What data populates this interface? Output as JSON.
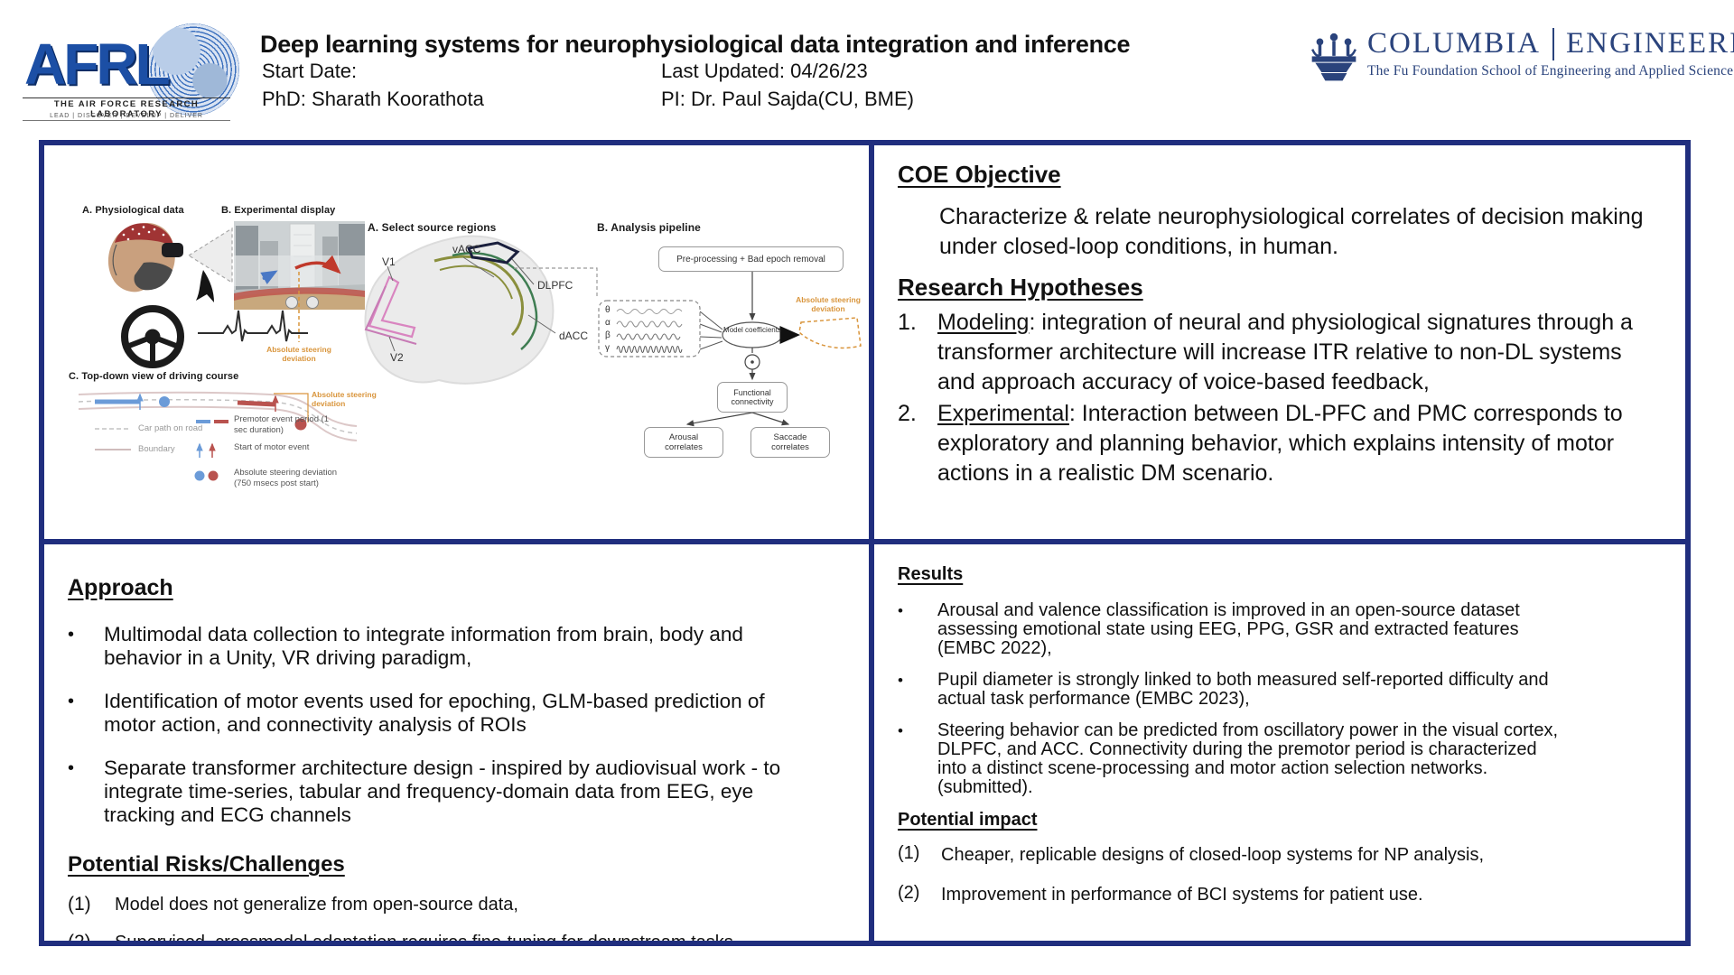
{
  "header": {
    "title": "Deep learning systems for neurophysiological data integration and inference",
    "start_date_label": "Start Date:",
    "last_updated": "Last Updated: 04/26/23",
    "phd": "PhD: Sharath Koorathota",
    "pi": "PI: Dr. Paul Sajda(CU, BME)"
  },
  "logos": {
    "afrl": {
      "acronym": "AFRL",
      "name": "THE AIR FORCE RESEARCH LABORATORY",
      "tagline": "LEAD | DISCOVER | DEVELOP | DELIVER"
    },
    "columbia": {
      "name": "COLUMBIA",
      "division": "ENGINEERING",
      "subtitle": "The Fu Foundation School of Engineering and Applied Science"
    }
  },
  "figures": {
    "physio": {
      "label": "A. Physiological data"
    },
    "display": {
      "label": "B. Experimental display",
      "caption": "Absolute steering deviation"
    },
    "topdown": {
      "label": "C. Top-down view of driving course",
      "annotation": "Absolute steering deviation"
    },
    "legend": {
      "car_path": "Car path on road",
      "boundary": "Boundary",
      "premotor": "Premotor event period (1 sec duration)",
      "start_motor": "Start of motor event",
      "abs_steering": "Absolute steering deviation (750 msecs post start)"
    },
    "source": {
      "label": "A. Select source regions",
      "v1": "V1",
      "v2": "V2",
      "vacc": "vACC",
      "dlpfc": "DLPFC",
      "dacc": "dACC"
    },
    "pipeline": {
      "label": "B. Analysis pipeline",
      "preprocess": "Pre-processing + Bad epoch removal",
      "theta": "θ",
      "alpha": "α",
      "beta": "β",
      "gamma": "γ",
      "model": "Model coefficients",
      "steering": "Absolute steering deviation",
      "connectivity": "Functional connectivity",
      "arousal": "Arousal correlates",
      "saccade": "Saccade correlates"
    }
  },
  "objective": {
    "heading": "COE Objective",
    "text": "Characterize & relate neurophysiological correlates of decision making under closed-loop conditions, in human."
  },
  "hypotheses": {
    "heading": "Research Hypotheses",
    "items": [
      {
        "num": "1.",
        "label": "Modeling",
        "text": ": integration of neural and physiological signatures through a transformer architecture will increase ITR relative to non-DL systems and approach accuracy of voice-based feedback,"
      },
      {
        "num": "2.",
        "label": "Experimental",
        "text": ": Interaction between DL-PFC and PMC corresponds to exploratory and planning behavior, which explains intensity of motor actions in a realistic DM scenario."
      }
    ]
  },
  "approach": {
    "heading": "Approach",
    "bullets": [
      "Multimodal data collection to integrate information from brain, body and behavior in a Unity, VR driving paradigm,",
      "Identification of motor events used for epoching, GLM-based prediction of motor action, and connectivity analysis of ROIs",
      "Separate transformer architecture design - inspired by audiovisual work - to integrate time-series, tabular and frequency-domain data from EEG, eye tracking and ECG channels"
    ]
  },
  "risks": {
    "heading": "Potential Risks/Challenges",
    "items": [
      {
        "num": "(1)",
        "text": "Model does not generalize from open-source data,"
      },
      {
        "num": "(2)",
        "text": "Supervised, crossmodal adaptation requires fine-tuning for downstream tasks."
      }
    ]
  },
  "results": {
    "heading": "Results",
    "bullets": [
      "Arousal and valence classification is improved in an open-source dataset assessing emotional state using EEG, PPG, GSR and extracted features (EMBC 2022),",
      "Pupil diameter is strongly linked to both measured self-reported difficulty and actual task performance (EMBC 2023),",
      "Steering behavior can be predicted from oscillatory power in the visual cortex, DLPFC, and ACC. Connectivity during the premotor period is characterized into a distinct scene-processing and motor action selection networks. (submitted)."
    ]
  },
  "impact": {
    "heading": "Potential impact",
    "items": [
      {
        "num": "(1)",
        "text": "Cheaper, replicable designs of closed-loop systems for NP analysis,"
      },
      {
        "num": "(2)",
        "text": "Improvement in performance of BCI systems for patient use."
      }
    ]
  },
  "colors": {
    "border_navy": "#202e7e",
    "accent_orange": "#d9953c",
    "premotor_blue": "#6b9bd8",
    "event_red": "#b9534f",
    "afrl_blue": "#1c4fa5",
    "columbia_navy": "#2a437c"
  }
}
